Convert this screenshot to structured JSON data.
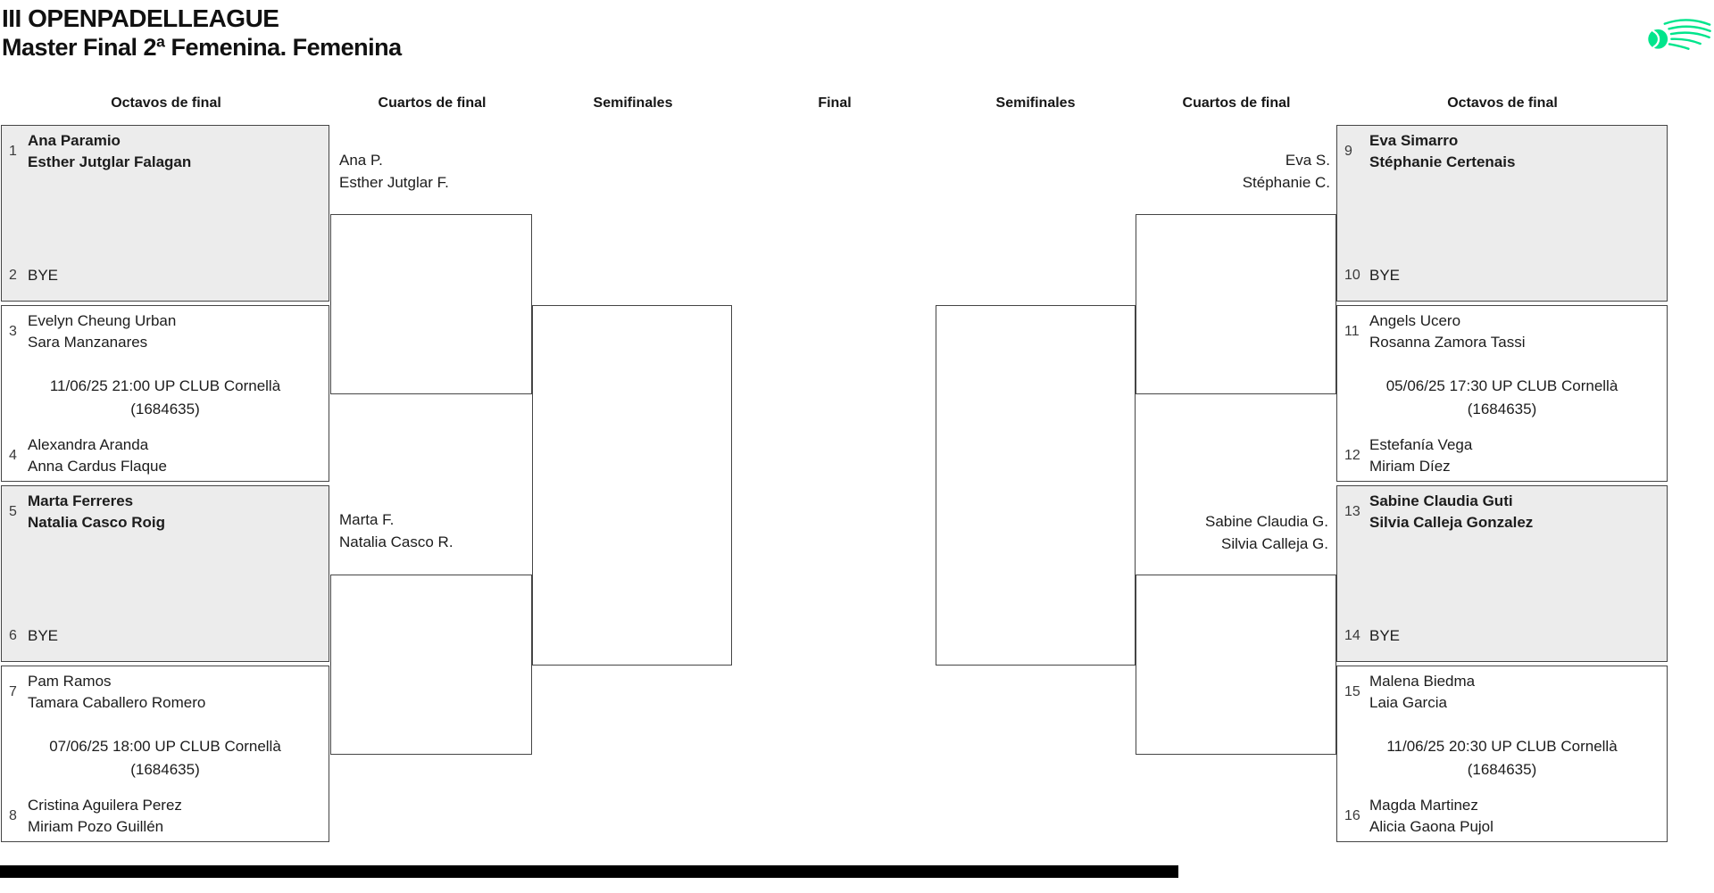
{
  "page": {
    "title": "III OPENPADELLEAGUE",
    "subtitle": "Master Final 2ª Femenina. Femenina"
  },
  "rounds": {
    "left_octavos": "Octavos de final",
    "left_cuartos": "Cuartos de final",
    "left_semis": "Semifinales",
    "final": "Final",
    "right_semis": "Semifinales",
    "right_cuartos": "Cuartos de final",
    "right_octavos": "Octavos de final"
  },
  "octavos": [
    {
      "seed_a": "1",
      "team_a": [
        "Ana Paramio",
        "Esther Jutglar Falagan"
      ],
      "seed_b": "2",
      "team_b": [
        "BYE"
      ]
    },
    {
      "seed_a": "3",
      "team_a": [
        "Evelyn Cheung Urban",
        "Sara Manzanares"
      ],
      "seed_b": "4",
      "team_b": [
        "Alexandra Aranda",
        "Anna Cardus Flaque"
      ],
      "match": [
        "11/06/25 21:00 UP CLUB Cornellà",
        "(1684635)"
      ]
    },
    {
      "seed_a": "5",
      "team_a": [
        "Marta Ferreres",
        "Natalia Casco Roig"
      ],
      "seed_b": "6",
      "team_b": [
        "BYE"
      ]
    },
    {
      "seed_a": "7",
      "team_a": [
        "Pam Ramos",
        "Tamara Caballero Romero"
      ],
      "seed_b": "8",
      "team_b": [
        "Cristina Aguilera Perez",
        "Miriam Pozo Guillén"
      ],
      "match": [
        "07/06/25 18:00 UP CLUB Cornellà",
        "(1684635)"
      ]
    },
    {
      "seed_a": "9",
      "team_a": [
        "Eva Simarro",
        "Stéphanie Certenais"
      ],
      "seed_b": "10",
      "team_b": [
        "BYE"
      ]
    },
    {
      "seed_a": "11",
      "team_a": [
        "Angels Ucero",
        "Rosanna Zamora Tassi"
      ],
      "seed_b": "12",
      "team_b": [
        "Estefanía Vega",
        "Miriam Díez"
      ],
      "match": [
        "05/06/25 17:30 UP CLUB Cornellà",
        "(1684635)"
      ]
    },
    {
      "seed_a": "13",
      "team_a": [
        "Sabine Claudia Guti",
        "Silvia Calleja Gonzalez"
      ],
      "seed_b": "14",
      "team_b": [
        "BYE"
      ]
    },
    {
      "seed_a": "15",
      "team_a": [
        "Malena Biedma",
        "Laia Garcia"
      ],
      "seed_b": "16",
      "team_b": [
        "Magda Martinez",
        "Alicia Gaona Pujol"
      ],
      "match": [
        "11/06/25 20:30 UP CLUB Cornellà",
        "(1684635)"
      ]
    }
  ],
  "cuartos": {
    "left_top": [
      "Ana P.",
      "Esther Jutglar F."
    ],
    "left_bottom": [
      "Marta F.",
      "Natalia Casco R."
    ],
    "right_top": [
      "Eva S.",
      "Stéphanie C."
    ],
    "right_bottom": [
      "Sabine Claudia G.",
      "Silvia Calleja G."
    ]
  },
  "logo": {
    "name": "padel-comet-ball-logo",
    "color": "#00E58C"
  },
  "colors": {
    "highlight_box": "#ececec",
    "line": "#454545",
    "accent_green": "#00E58C",
    "footer_bar": "#000000"
  }
}
